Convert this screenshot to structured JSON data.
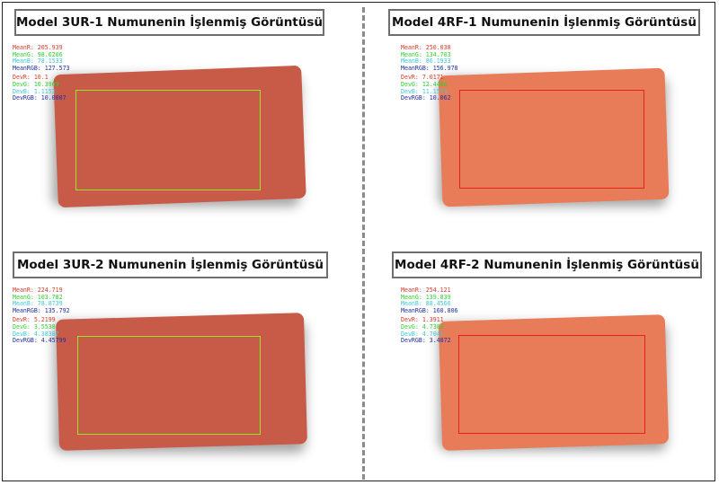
{
  "colors": {
    "card_3ur": "#c85a48",
    "card_4rf": "#e87c58",
    "roi_3ur": "#9be22a",
    "roi_4rf": "#e8201c"
  },
  "panels": [
    {
      "title": "Model 3UR-1 Numunenin İşlenmiş Görüntüsü",
      "mean_r": "MeanR: 205.939",
      "mean_g": "MeanG: 98.6206",
      "mean_b": "MeanB: 78.1533",
      "mean_rgb": "MeanRGB: 127.573",
      "dev_r": "DevR: 10.1",
      "dev_g": "DevG: 10.3969",
      "dev_b": "DevB: 1.1153",
      "dev_rgb": "DevRGB: 10.0007"
    },
    {
      "title": "Model 4RF-1 Numunenin İşlenmiş Görüntüsü",
      "mean_r": "MeanR: 250.038",
      "mean_g": "MeanG: 134.703",
      "mean_b": "MeanB: 86.1933",
      "mean_rgb": "MeanRGB: 156.978",
      "dev_r": "DevR: 7.0171",
      "dev_g": "DevG: 12.4486",
      "dev_b": "DevB: 11.1573",
      "dev_rgb": "DevRGB: 10.062"
    },
    {
      "title": "Model 3UR-2 Numunenin İşlenmiş Görüntüsü",
      "mean_r": "MeanR: 224.719",
      "mean_g": "MeanG: 103.782",
      "mean_b": "MeanB: 78.8739",
      "mean_rgb": "MeanRGB: 135.792",
      "dev_r": "DevR: 5.2199",
      "dev_g": "DevG: 3.5538",
      "dev_b": "DevB: 4.38387",
      "dev_rgb": "DevRGB: 4.45799"
    },
    {
      "title": "Model 4RF-2 Numunenin İşlenmiş Görüntüsü",
      "mean_r": "MeanR: 254.121",
      "mean_g": "MeanG: 139.839",
      "mean_b": "MeanB: 88.4566",
      "mean_rgb": "MeanRGB: 160.806",
      "dev_r": "DevR: 1.3911",
      "dev_g": "DevG: 4.7383",
      "dev_b": "DevB: 4.7041",
      "dev_rgb": "DevRGB: 3.4872"
    }
  ]
}
